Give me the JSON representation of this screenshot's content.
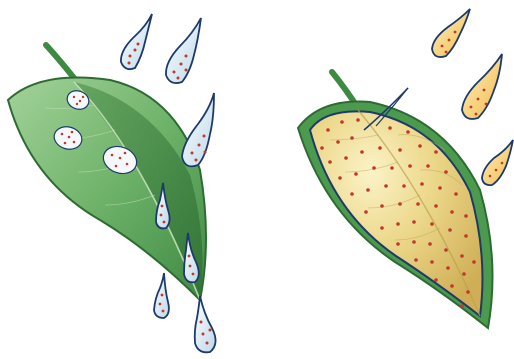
{
  "illustration": {
    "left_panel": {
      "leaf": "green-leaf",
      "droplets": "blue-water-droplets-with-red-dots",
      "spots": "white-spots-on-leaf"
    },
    "right_panel": {
      "leaf": "yellow-spotted-leaf",
      "droplets": "yellow-droplets-with-red-dots",
      "spots": "red-dots-on-leaf"
    },
    "colors": {
      "green_leaf_light": "#8fc788",
      "green_leaf_dark": "#3f8a43",
      "yellow_leaf": "#e6d07a",
      "drop_blue": "#dbeaf3",
      "drop_yellow": "#f7d27a",
      "outline": "#1d3a6b",
      "dot_red": "#c0392b"
    }
  }
}
